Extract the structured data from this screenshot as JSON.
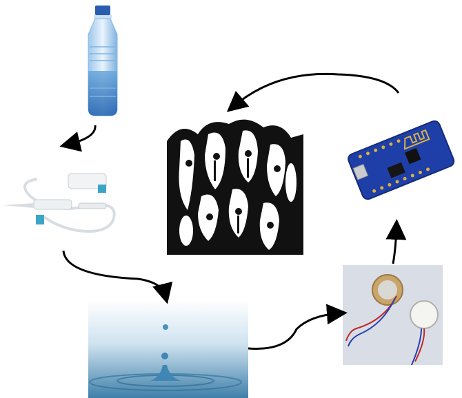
{
  "diagram": {
    "type": "cycle",
    "nodes": [
      {
        "id": "bottle",
        "icon": "water-bottle-icon"
      },
      {
        "id": "iv-drip-set",
        "icon": "iv-drip-set-icon"
      },
      {
        "id": "water-drop",
        "icon": "water-drop-splash-icon"
      },
      {
        "id": "piezo-sensor",
        "icon": "piezo-disc-sensor-icon"
      },
      {
        "id": "microcontroller",
        "icon": "wemos-board-icon"
      },
      {
        "id": "audience",
        "icon": "crowd-faces-illustration-icon"
      }
    ],
    "edges": [
      {
        "from": "bottle",
        "to": "iv-drip-set"
      },
      {
        "from": "iv-drip-set",
        "to": "water-drop"
      },
      {
        "from": "water-drop",
        "to": "piezo-sensor"
      },
      {
        "from": "piezo-sensor",
        "to": "microcontroller"
      },
      {
        "from": "microcontroller",
        "to": "audience"
      }
    ],
    "colors": {
      "arrow": "#000000",
      "water": "#3a86c8",
      "board": "#1f3fa8",
      "cap": "#2a5db0"
    }
  }
}
